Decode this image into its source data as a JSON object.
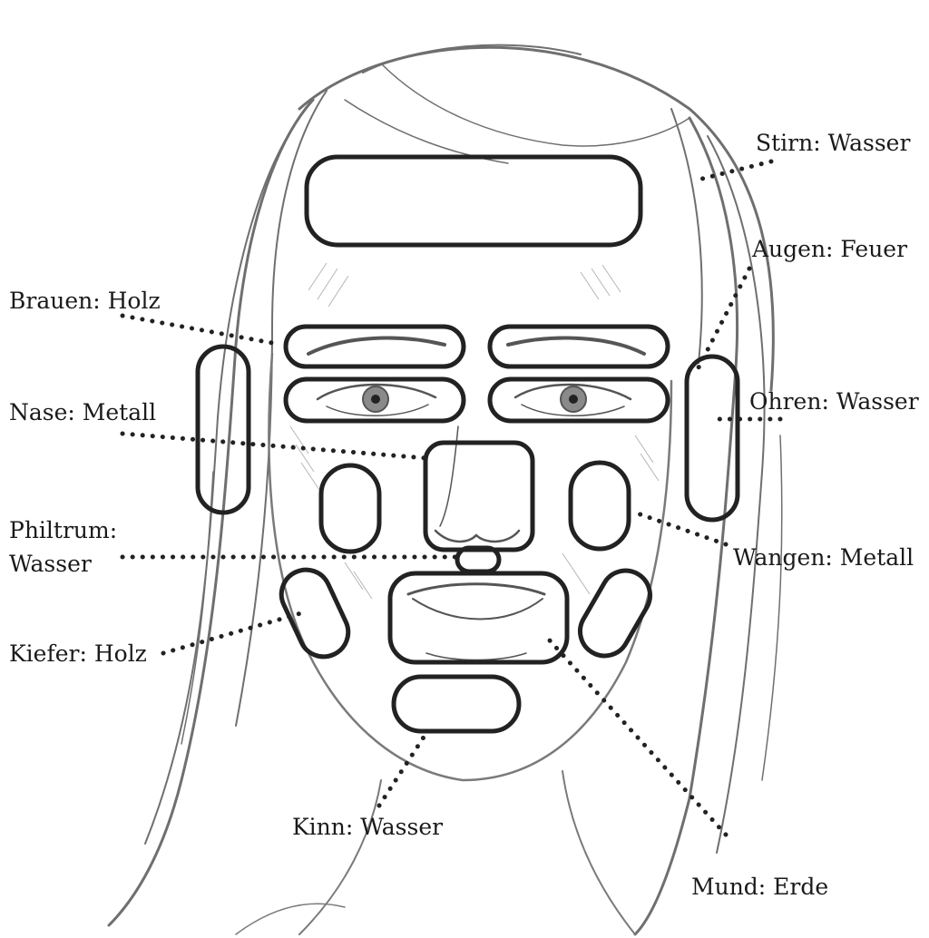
{
  "colors": {
    "outline": "#222222",
    "sketch": "#6f6f6f",
    "text": "#1a1a1a",
    "background": "#ffffff"
  },
  "icons": {
    "face": "sketched-face-illustration"
  },
  "labels": {
    "stirn": "Stirn: Wasser",
    "augen": "Augen: Feuer",
    "brauen": "Brauen: Holz",
    "ohren": "Ohren: Wasser",
    "nase": "Nase: Metall",
    "philtrum_line1": "Philtrum:",
    "philtrum_line2": "Wasser",
    "wangen": "Wangen: Metall",
    "kiefer": "Kiefer: Holz",
    "kinn": "Kinn: Wasser",
    "mund": "Mund: Erde"
  }
}
